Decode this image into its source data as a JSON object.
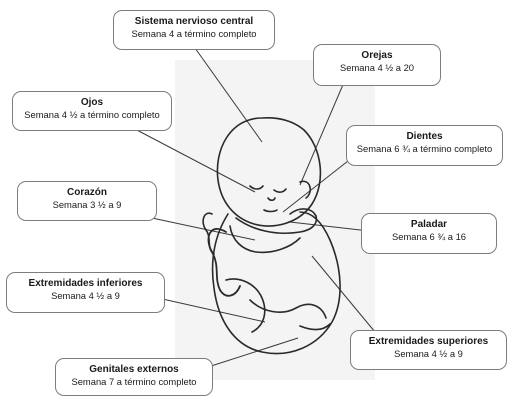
{
  "labels": [
    {
      "id": "cns",
      "title": "Sistema nervioso central",
      "detail": "Semana 4 a término completo"
    },
    {
      "id": "ears",
      "title": "Orejas",
      "detail": "Semana 4 ½ a 20"
    },
    {
      "id": "eyes",
      "title": "Ojos",
      "detail": "Semana 4 ½ a término completo"
    },
    {
      "id": "teeth",
      "title": "Dientes",
      "detail": "Semana 6 ¾ a término completo"
    },
    {
      "id": "heart",
      "title": "Corazón",
      "detail": "Semana 3 ½ a 9"
    },
    {
      "id": "palate",
      "title": "Paladar",
      "detail": "Semana 6 ¾ a 16"
    },
    {
      "id": "lower_limbs",
      "title": "Extremidades inferiores",
      "detail": "Semana 4 ½ a 9"
    },
    {
      "id": "upper_limbs",
      "title": "Extremidades superiores",
      "detail": "Semana 4 ½ a 9"
    },
    {
      "id": "genitals",
      "title": "Genitales externos",
      "detail": "Semana 7 a término completo"
    }
  ],
  "colors": {
    "outline": "#2a2a2a",
    "box_border": "#7d7d7d",
    "panel": "#f4f4f4"
  },
  "illustration": "fetus-illustration"
}
